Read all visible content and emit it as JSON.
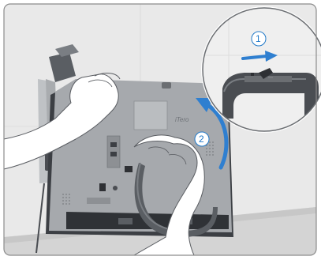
{
  "illustration": {
    "device_brand": "iTero",
    "steps": [
      {
        "number": "1",
        "arrow_color": "#2f7fd0"
      },
      {
        "number": "2",
        "arrow_color": "#2f7fd0"
      }
    ]
  },
  "colors": {
    "frame": "#8c8c8c",
    "wall": "#e9e9e9",
    "device_body": "#a6a9ad",
    "device_dark": "#4a4d52",
    "glove": "#ffffff",
    "accent_blue": "#2f7fd0"
  }
}
